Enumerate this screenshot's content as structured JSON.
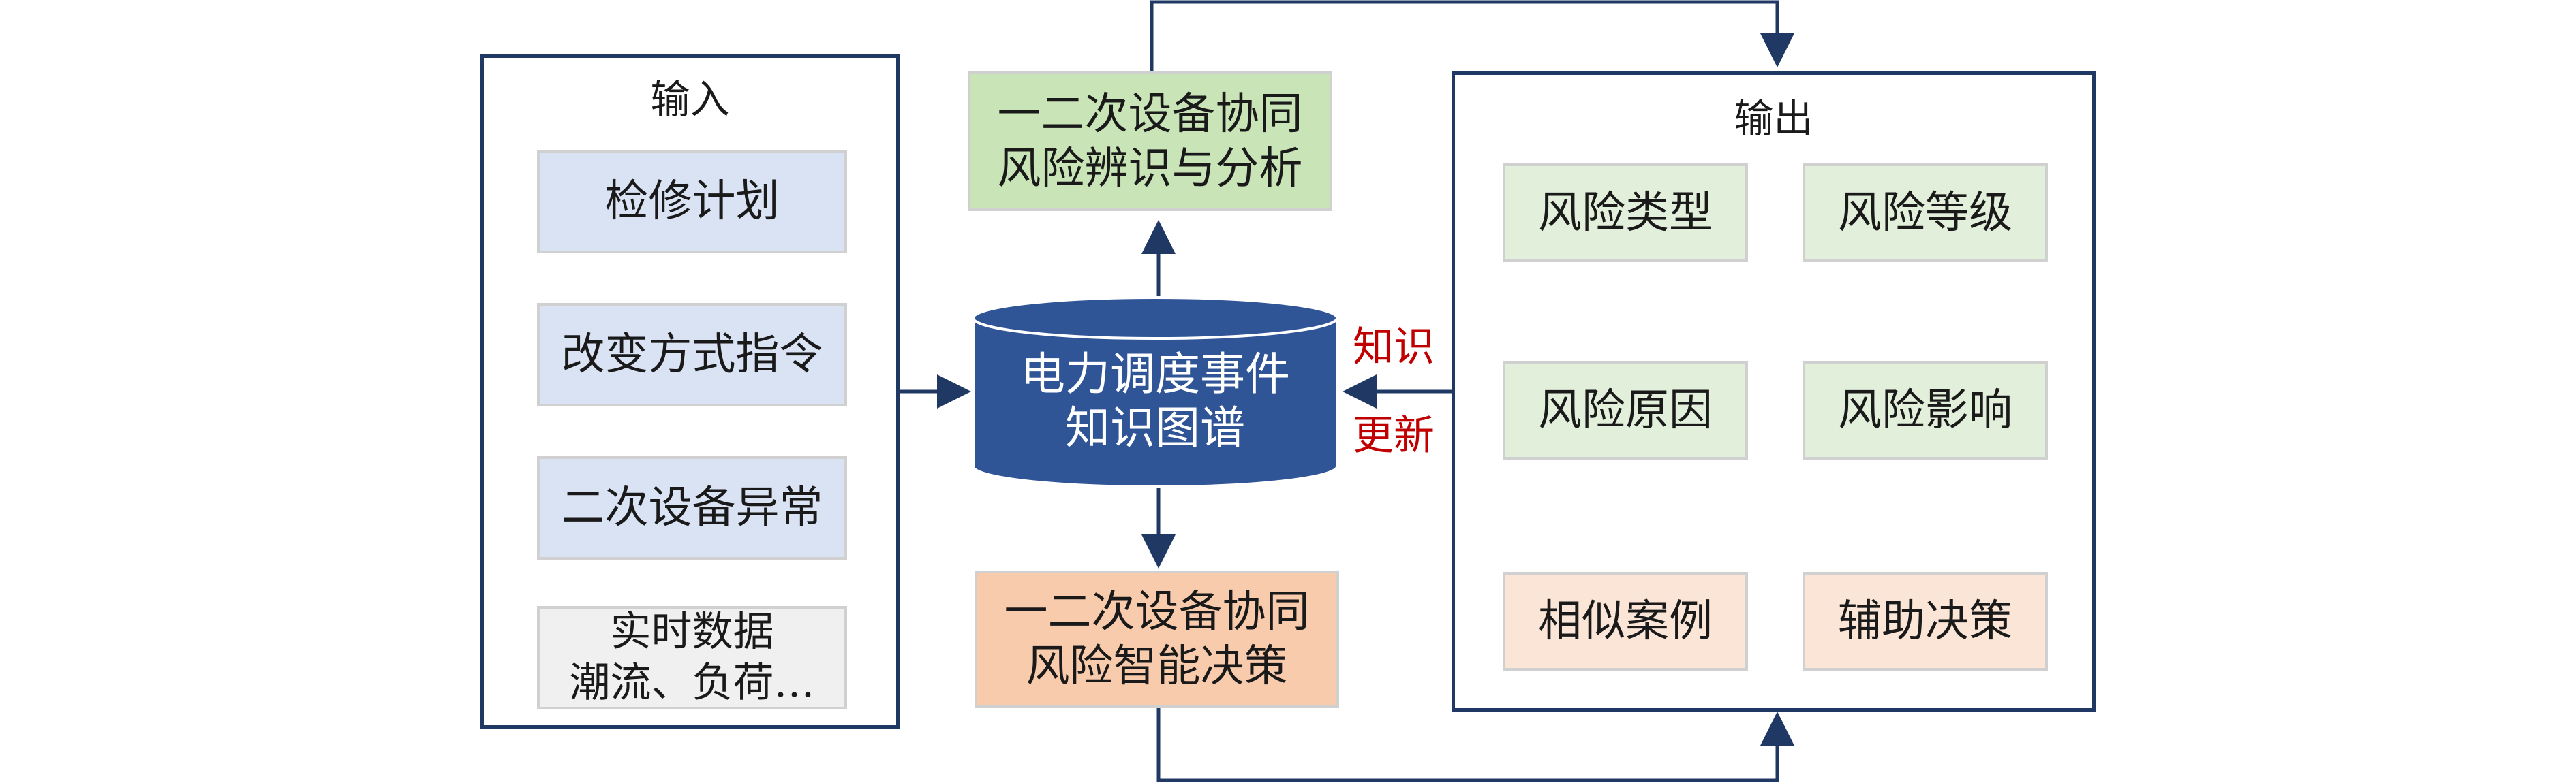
{
  "input_panel": {
    "title": "输入",
    "items": [
      "检修计划",
      "改变方式指令",
      "二次设备异常",
      "实时数据\n潮流、负荷…"
    ]
  },
  "top_box": {
    "label": "一二次设备协同\n风险辨识与分析"
  },
  "database": {
    "label": "电力调度事件\n知识图谱"
  },
  "bottom_box": {
    "label": "一二次设备协同\n风险智能决策"
  },
  "side_labels": {
    "knowledge": "知识",
    "update": "更新"
  },
  "output_panel": {
    "title": "输出",
    "items": [
      "风险类型",
      "风险等级",
      "风险原因",
      "风险影响",
      "相似案例",
      "辅助决策"
    ]
  },
  "colors": {
    "frame": "#1f3864",
    "database_fill": "#2f5597",
    "label_red": "#c00000"
  }
}
